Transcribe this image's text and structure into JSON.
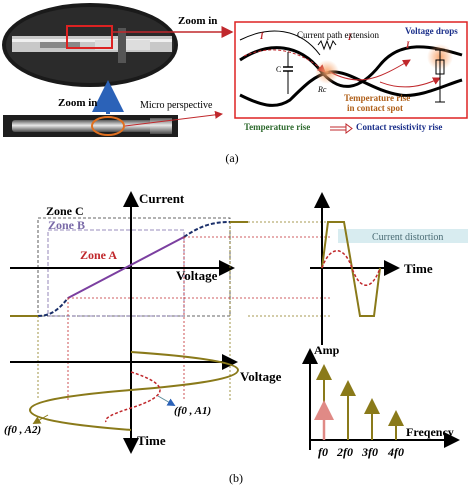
{
  "panel_a": {
    "zoom_in_top": "Zoom in",
    "zoom_in_bottom": "Zoom in",
    "micro_perspective": "Micro perspective",
    "current_path_extension": "Current path extension",
    "voltage_drops": "Voltage drops",
    "label_I_left": "I",
    "label_I_mid": "I",
    "label_I_right": "I",
    "label_C": "C",
    "label_Rc": "Rc",
    "temp_rise_spot_line1": "Temperature rise",
    "temp_rise_spot_line2": "in contact spot",
    "temperature_rise": "Temperature rise",
    "contact_resistivity_rise": "Contact resistivity rise",
    "caption": "(a)"
  },
  "panel_b": {
    "current_axis": "Current",
    "voltage_axis": "Voltage",
    "zone_c": "Zone C",
    "zone_b": "Zone B",
    "zone_a": "Zone A",
    "time_axis_right": "Time",
    "current_distortion": "Current distortion",
    "voltage_axis_lower": "Voltage",
    "time_axis_lower": "Time",
    "point_f0_a2": "(f0 , A2)",
    "point_f0_a1": "(f0 , A1)",
    "amp_axis": "Amp",
    "freq_axis": "Freqency",
    "tick_f0": "f0",
    "tick_2f0": "2f0",
    "tick_3f0": "3f0",
    "tick_4f0": "4f0",
    "caption": "(b)"
  },
  "colors": {
    "red": "#c0282c",
    "olive": "#8a7a1a",
    "purple": "#7b3fa0",
    "blue_dashed": "#2a3f8f",
    "orange_glow": "#f4a46a",
    "teal_box": "#d8ecf0"
  }
}
